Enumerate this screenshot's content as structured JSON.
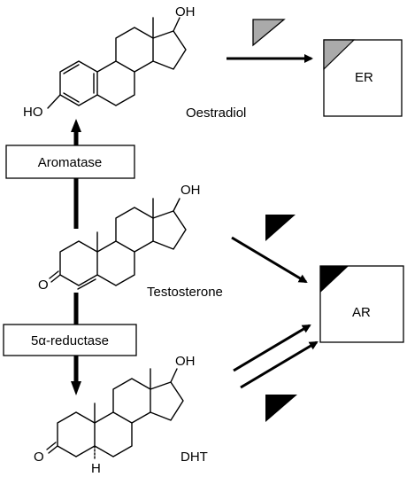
{
  "molecules": {
    "oestradiol": {
      "name": "Oestradiol",
      "oh_top": "OH",
      "oh_left": "HO"
    },
    "testosterone": {
      "name": "Testosterone",
      "oh_top": "OH",
      "ketone": "O"
    },
    "dht": {
      "name": "DHT",
      "oh_top": "OH",
      "ketone": "O",
      "hydrogen": "H"
    }
  },
  "enzymes": {
    "aromatase": "Aromatase",
    "reductase": "5α-reductase"
  },
  "receptors": {
    "er": "ER",
    "ar": "AR"
  },
  "colors": {
    "er_ligand": "#aaaaaa",
    "ar_ligand": "#000000",
    "line": "#000000"
  }
}
